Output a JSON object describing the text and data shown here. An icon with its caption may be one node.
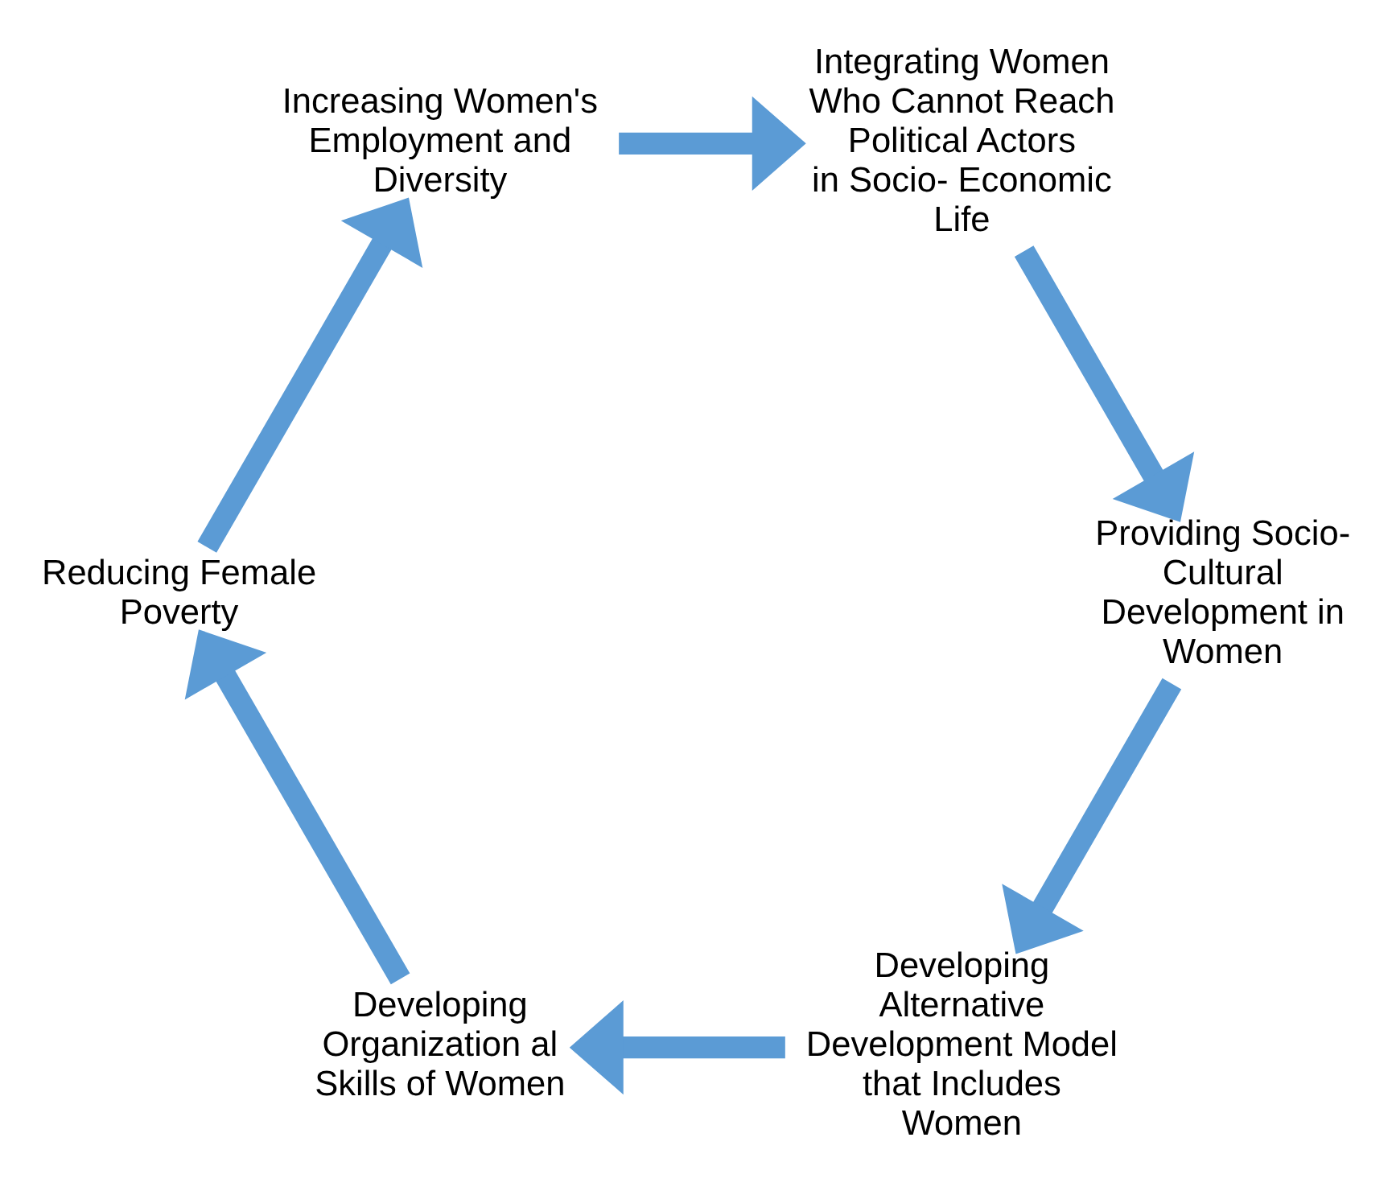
{
  "diagram": {
    "nodes": [
      {
        "text": [
          "Developing Organization al Skills of Women"
        ]
      },
      {
        "text": [
          "Reducing Female Poverty"
        ]
      },
      {
        "text": [
          "Increasing Women's Employment and Diversity"
        ]
      },
      {
        "text": [
          "Integrating Women Who Cannot Reach Political Actors in Socio- Economic Life"
        ]
      },
      {
        "text": [
          "Providing Socio- Cultural Development in Women"
        ]
      },
      {
        "text": [
          "Developing Alternative Development Model that Includes Women"
        ]
      }
    ],
    "edges": [
      {
        "from": 0,
        "to": 1,
        "arrow": "to"
      },
      {
        "from": 1,
        "to": 2,
        "arrow": "to"
      },
      {
        "from": 2,
        "to": 3,
        "arrow": "to"
      },
      {
        "from": 3,
        "to": 4,
        "arrow": "to"
      },
      {
        "from": 4,
        "to": 5,
        "arrow": "to"
      },
      {
        "from": 5,
        "to": 0,
        "arrow": "to"
      }
    ]
  }
}
